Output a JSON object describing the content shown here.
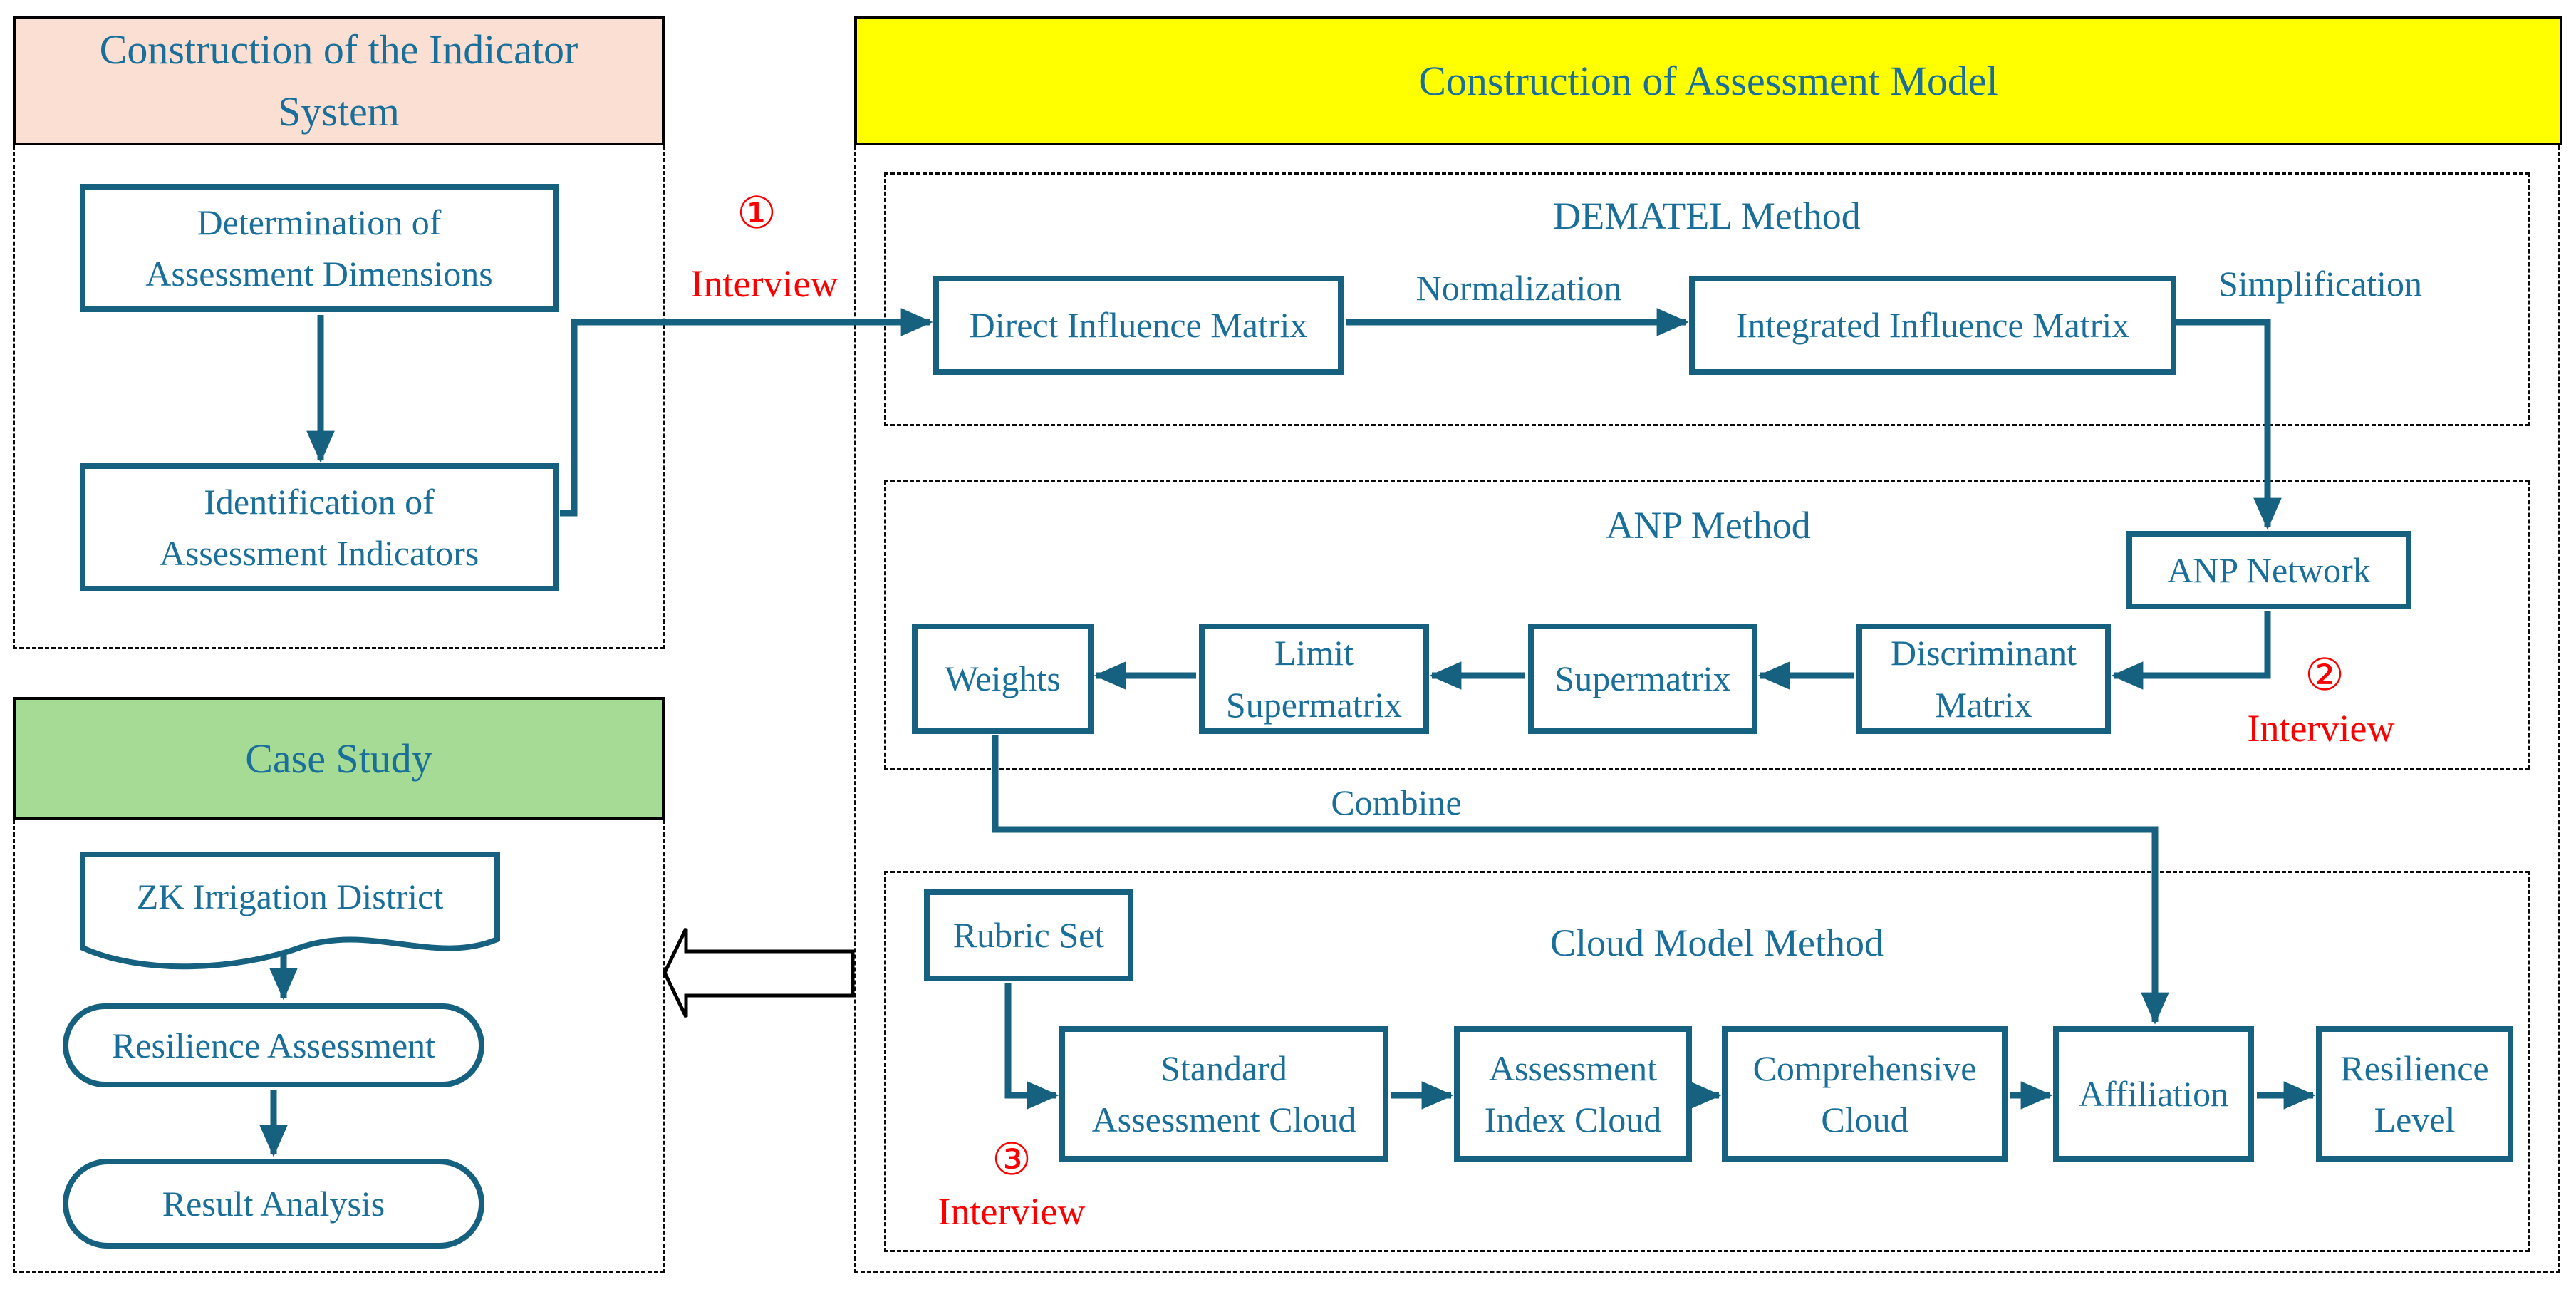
{
  "colors": {
    "accent_teal": "#15617f",
    "text_teal": "#1a6f9a",
    "annotation_red": "#fb0000",
    "header_pink": "#fadfd2",
    "header_green": "#a6db96",
    "header_yellow": "#ffff00",
    "dashed_border": "#0a0a0a"
  },
  "indicator_system": {
    "header": "Construction of the Indicator\nSystem",
    "determination": "Determination of\nAssessment Dimensions",
    "identification": "Identification of\nAssessment Indicators"
  },
  "case_study": {
    "header": "Case Study",
    "district": "ZK Irrigation District",
    "resilience": "Resilience Assessment",
    "result": "Result Analysis"
  },
  "assessment_model": {
    "header": "Construction of Assessment Model",
    "dematel": {
      "title": "DEMATEL Method",
      "direct": "Direct Influence Matrix",
      "integrated": "Integrated Influence Matrix",
      "normalization": "Normalization",
      "simplification": "Simplification"
    },
    "anp": {
      "title": "ANP Method",
      "network": "ANP Network",
      "weights": "Weights",
      "limit": "Limit\nSupermatrix",
      "supermatrix": "Supermatrix",
      "discriminant": "Discriminant\nMatrix"
    },
    "combine": "Combine",
    "cloud": {
      "title": "Cloud Model Method",
      "rubric": "Rubric Set",
      "standard": "Standard\nAssessment Cloud",
      "index": "Assessment\nIndex Cloud",
      "comprehensive": "Comprehensive\nCloud",
      "affiliation": "Affiliation",
      "level": "Resilience\nLevel"
    }
  },
  "annotations": {
    "step1_num": "①",
    "step1_label": "Interview",
    "step2_num": "②",
    "step2_label": "Interview",
    "step3_num": "③",
    "step3_label": "Interview"
  }
}
